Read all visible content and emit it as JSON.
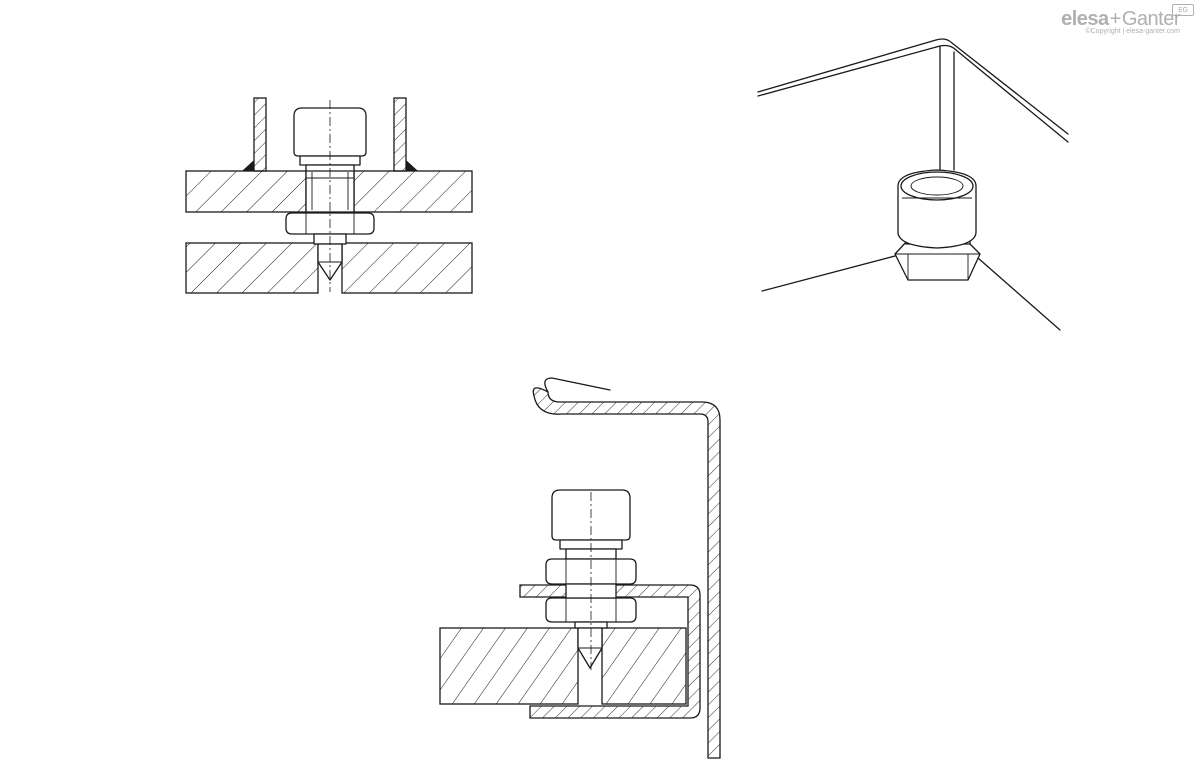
{
  "logo": {
    "brand_a": "elesa",
    "plus": "+",
    "brand_b": "Ganter",
    "badge": "EG",
    "copyright": "©Copyright | elesa-ganter.com"
  },
  "colors": {
    "line": "#1a1a1a",
    "logo_gray": "#b0b0b0",
    "background": "#ffffff"
  }
}
